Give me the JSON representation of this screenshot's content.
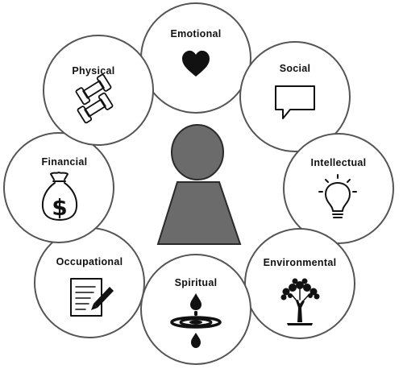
{
  "diagram": {
    "center_figure": {
      "icon": "person-silhouette-icon",
      "color": "#6b6b6b",
      "outline": "#2a2a2a"
    },
    "circle_stroke": "#555555",
    "dimensions": [
      {
        "label": "Emotional",
        "icon": "heart-icon"
      },
      {
        "label": "Social",
        "icon": "speech-bubble-icon"
      },
      {
        "label": "Intellectual",
        "icon": "lightbulb-icon"
      },
      {
        "label": "Environmental",
        "icon": "tree-icon"
      },
      {
        "label": "Spiritual",
        "icon": "water-drop-ripple-icon"
      },
      {
        "label": "Occupational",
        "icon": "document-pencil-icon"
      },
      {
        "label": "Financial",
        "icon": "money-bag-icon"
      },
      {
        "label": "Physical",
        "icon": "dumbbells-icon"
      }
    ]
  }
}
